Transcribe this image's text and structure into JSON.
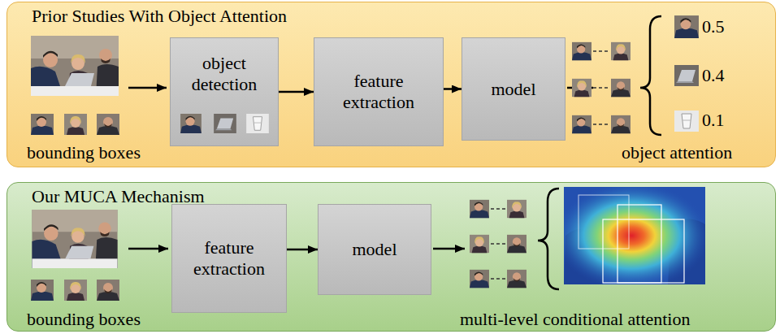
{
  "diagram": {
    "nodes": [
      {
        "text": [
          "Prior Studies With Object Attention"
        ]
      },
      {
        "text": [
          "object detection"
        ],
        "in": 0
      },
      {
        "text": [
          "feature extraction"
        ],
        "in": 0
      },
      {
        "text": [
          "model"
        ],
        "in": 0
      },
      {
        "text": [
          "Our MUCA Mechanism"
        ]
      },
      {
        "text": [
          "feature extraction"
        ],
        "in": 4
      },
      {
        "text": [
          "model"
        ],
        "in": 4
      }
    ],
    "edges": [
      {
        "from": 1,
        "to": 2,
        "arrow": "to"
      },
      {
        "from": 2,
        "to": 3,
        "arrow": "to"
      },
      {
        "from": 5,
        "to": 6,
        "arrow": "to"
      }
    ],
    "labels": [
      "bounding boxes",
      "0.5",
      "0.4",
      "0.1",
      "object attention",
      "bounding boxes",
      "multi-level conditional attention"
    ]
  }
}
